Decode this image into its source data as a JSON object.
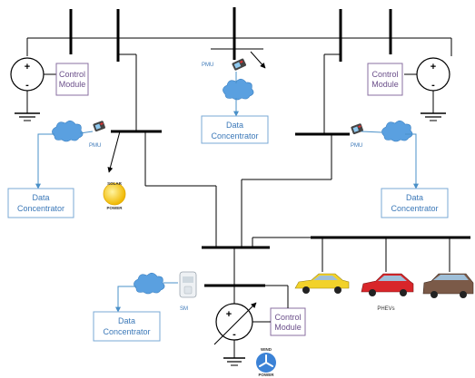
{
  "generators": {
    "plus": "+",
    "minus": "-"
  },
  "control_modules": [
    {
      "line1": "Control",
      "line2": "Module"
    },
    {
      "line1": "Control",
      "line2": "Module"
    },
    {
      "line1": "Control",
      "line2": "Module"
    }
  ],
  "data_concentrators": [
    {
      "line1": "Data",
      "line2": "Concentrator"
    },
    {
      "line1": "Data",
      "line2": "Concentrator"
    },
    {
      "line1": "Data",
      "line2": "Concentrator"
    },
    {
      "line1": "Data",
      "line2": "Concentrator"
    }
  ],
  "pmu_labels": [
    "PMU",
    "PMU",
    "PMU"
  ],
  "sm_label": "SM",
  "solar": {
    "line1": "SOLAR",
    "line2": "POWER"
  },
  "wind": {
    "line1": "WIND",
    "line2": "POWER"
  },
  "phevs_label": "PHEVs",
  "colors": {
    "line": "#000000",
    "blue_line": "#4a90c8",
    "box_border": "#7aa8d6",
    "box_text": "#3b78b8",
    "control_border": "#8a6fa0",
    "control_text": "#6b4f8a",
    "cloud": "#5aa0e0",
    "sun": "#f5c400",
    "car_yellow": "#f2d22a",
    "car_red": "#d8262a",
    "car_brown": "#7b5a48"
  }
}
